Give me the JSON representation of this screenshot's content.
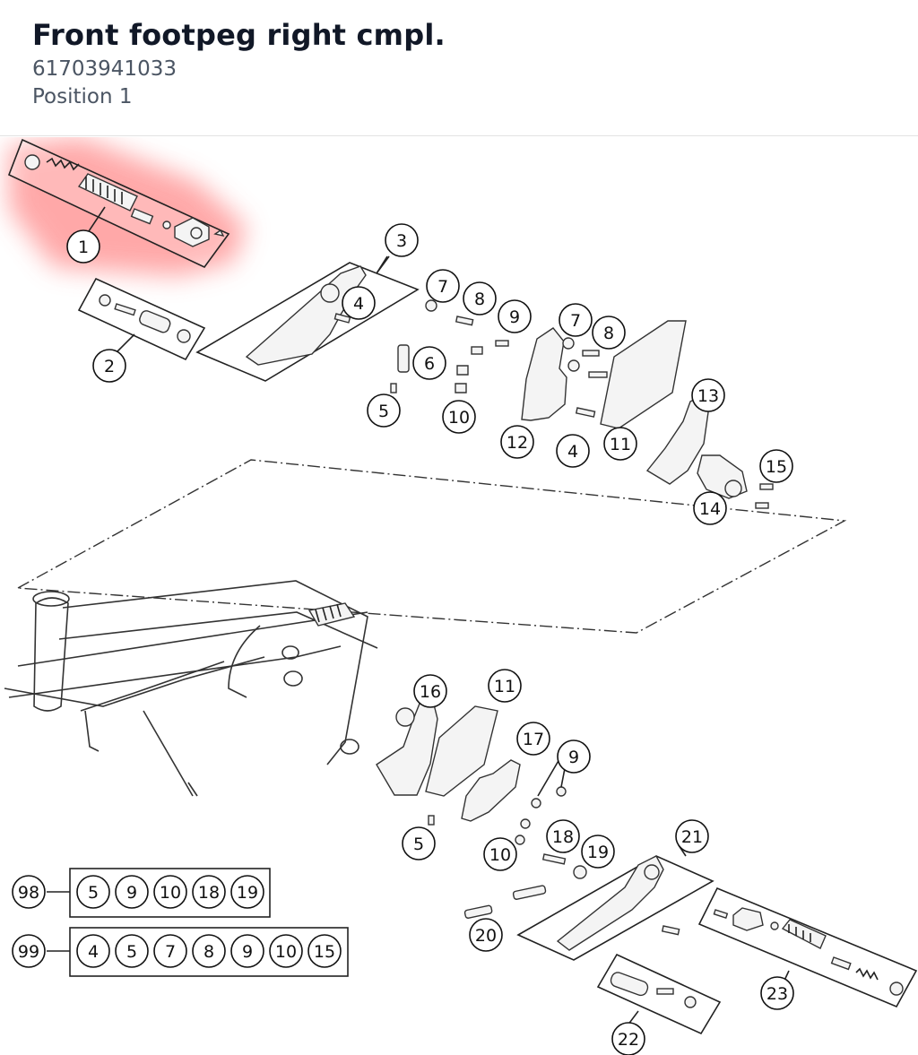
{
  "header": {
    "title": "Front footpeg right cmpl.",
    "part_number": "61703941033",
    "position": "Position 1"
  },
  "highlight_color": "#ff9a9a",
  "callouts": [
    {
      "id": "c1",
      "label": "1"
    },
    {
      "id": "c2",
      "label": "2"
    },
    {
      "id": "c3",
      "label": "3"
    },
    {
      "id": "c4a",
      "label": "4"
    },
    {
      "id": "c7a",
      "label": "7"
    },
    {
      "id": "c8a",
      "label": "8"
    },
    {
      "id": "c9a",
      "label": "9"
    },
    {
      "id": "c7b",
      "label": "7"
    },
    {
      "id": "c8b",
      "label": "8"
    },
    {
      "id": "c6",
      "label": "6"
    },
    {
      "id": "c5a",
      "label": "5"
    },
    {
      "id": "c10a",
      "label": "10"
    },
    {
      "id": "c12",
      "label": "12"
    },
    {
      "id": "c4b",
      "label": "4"
    },
    {
      "id": "c11a",
      "label": "11"
    },
    {
      "id": "c13",
      "label": "13"
    },
    {
      "id": "c15",
      "label": "15"
    },
    {
      "id": "c14",
      "label": "14"
    },
    {
      "id": "c16",
      "label": "16"
    },
    {
      "id": "c11b",
      "label": "11"
    },
    {
      "id": "c17",
      "label": "17"
    },
    {
      "id": "c9b",
      "label": "9"
    },
    {
      "id": "c5b",
      "label": "5"
    },
    {
      "id": "c18",
      "label": "18"
    },
    {
      "id": "c10b",
      "label": "10"
    },
    {
      "id": "c19",
      "label": "19"
    },
    {
      "id": "c21",
      "label": "21"
    },
    {
      "id": "c20",
      "label": "20"
    },
    {
      "id": "c23",
      "label": "23"
    },
    {
      "id": "c22",
      "label": "22"
    }
  ],
  "kits": [
    {
      "label": "98",
      "items": [
        "5",
        "9",
        "10",
        "18",
        "19"
      ]
    },
    {
      "label": "99",
      "items": [
        "4",
        "5",
        "7",
        "8",
        "9",
        "10",
        "15"
      ]
    }
  ]
}
